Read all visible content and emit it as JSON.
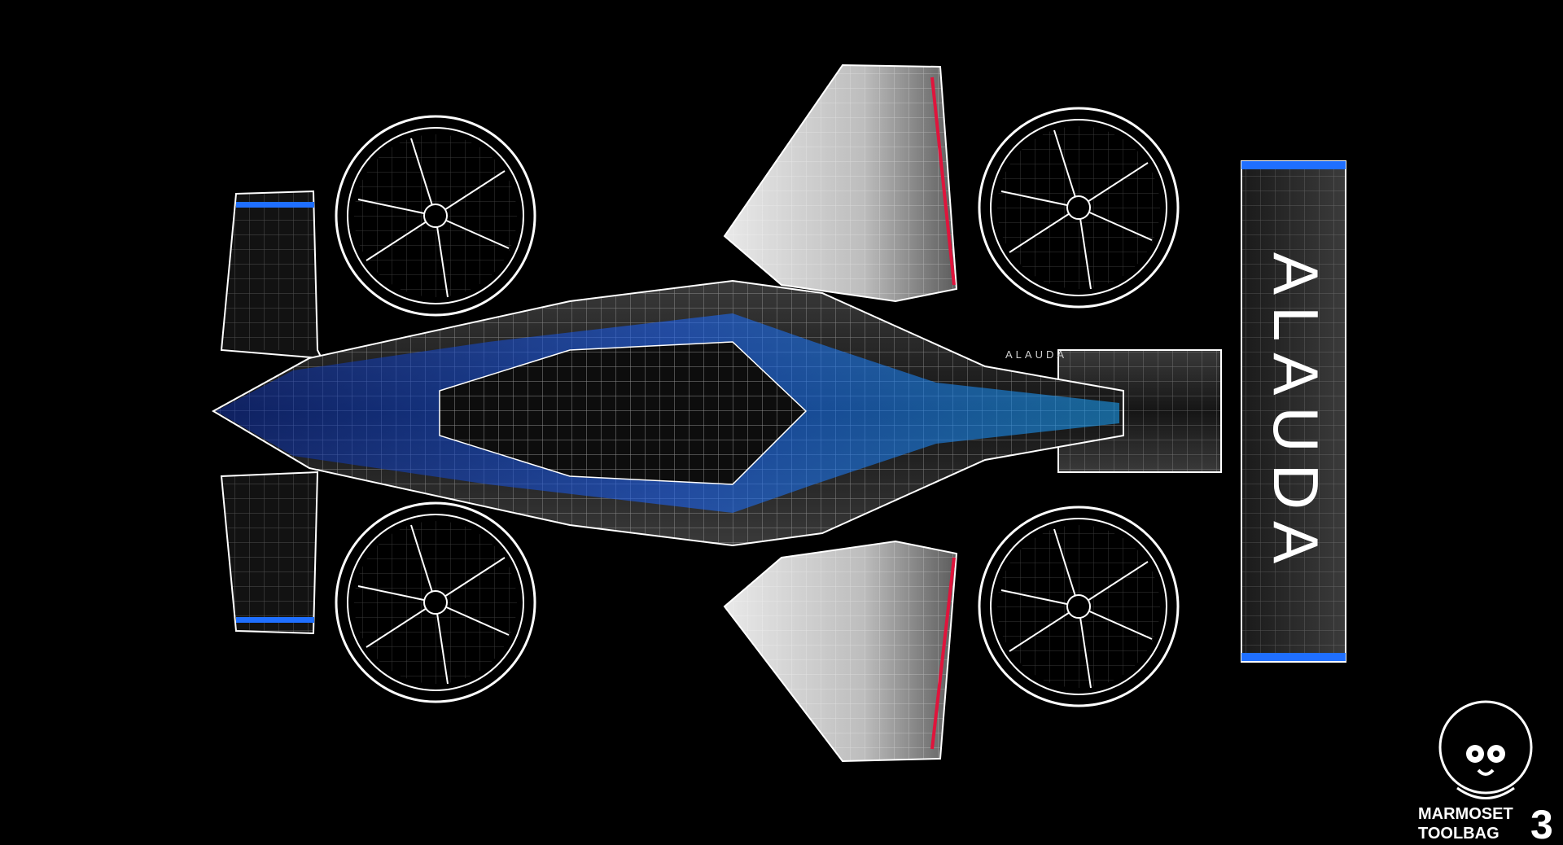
{
  "scene": {
    "subject": "ALAUDA",
    "fuselage_text": "ALAUDA",
    "background_color": "#000000",
    "wire_color": "#ffffff",
    "accent_blue": "#1f6fff",
    "accent_red": "#e0143c"
  },
  "watermark": {
    "line1": "MARMOSET",
    "line2": "TOOLBAG",
    "version": "3",
    "version_color": "#e0143c"
  }
}
